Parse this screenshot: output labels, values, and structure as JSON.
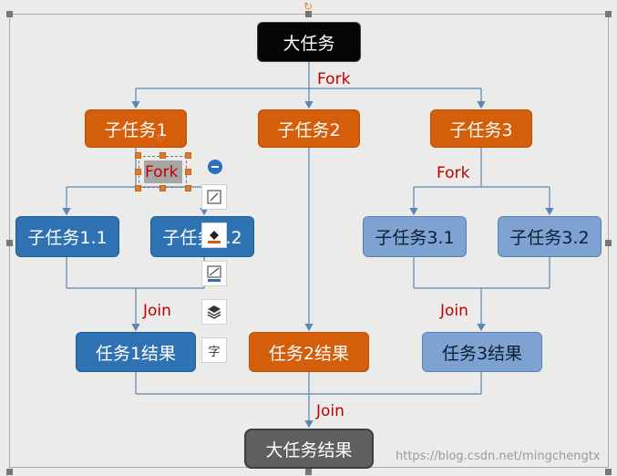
{
  "nodes": {
    "main_task": "大任务",
    "subtask_1": "子任务1",
    "subtask_2": "子任务2",
    "subtask_3": "子任务3",
    "subtask_1_1": "子任务1.1",
    "subtask_1_2": "子任务1.2",
    "subtask_3_1": "子任务3.1",
    "subtask_3_2": "子任务3.2",
    "result_1": "任务1结果",
    "result_2": "任务2结果",
    "result_3": "任务3结果",
    "final_result": "大任务结果"
  },
  "labels": {
    "fork_top": "Fork",
    "fork_selected": "Fork",
    "fork_right": "Fork",
    "join_left": "Join",
    "join_right": "Join",
    "join_bottom": "Join"
  },
  "toolbar": {
    "icons": [
      "edit-shape-icon",
      "fill-color-icon",
      "line-color-icon",
      "layers-icon",
      "text-format-icon"
    ],
    "text_format_glyph": "字"
  },
  "watermark": "https://blog.csdn.net/mingchengtx",
  "colors": {
    "orange": "#d45e0a",
    "blue": "#2f72b3",
    "light_blue": "#7ea2d2",
    "black": "#050505",
    "gray": "#5f5f5f",
    "label_red": "#c00000",
    "connector": "#5b86b5"
  }
}
